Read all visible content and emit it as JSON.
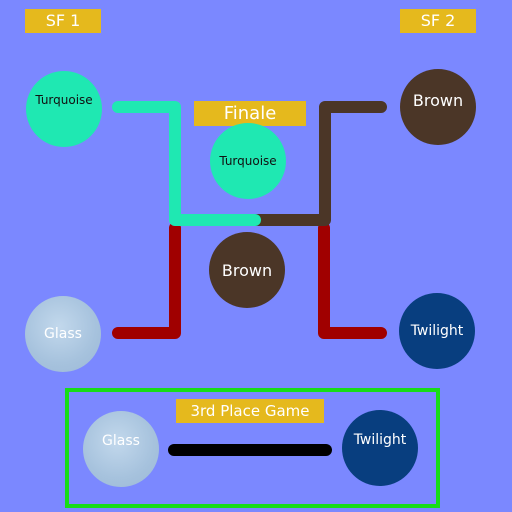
{
  "semifinal_1": {
    "label": "SF 1",
    "top_team": "Turquoise",
    "bottom_team": "Glass"
  },
  "semifinal_2": {
    "label": "SF 2",
    "top_team": "Brown",
    "bottom_team": "Twilight"
  },
  "finale": {
    "label": "Finale",
    "top_team": "Turquoise",
    "bottom_team": "Brown"
  },
  "third_place": {
    "label": "3rd Place Game",
    "left_team": "Glass",
    "right_team": "Twilight"
  },
  "colors": {
    "background": "#7b88ff",
    "label_box": "#e5b91d",
    "turquoise": "#1fe8b2",
    "brown": "#4b3627",
    "glass": "#a6c2dd",
    "twilight": "#083e7f",
    "loser_line": "#a00000",
    "third_place_frame": "#17dd17"
  }
}
